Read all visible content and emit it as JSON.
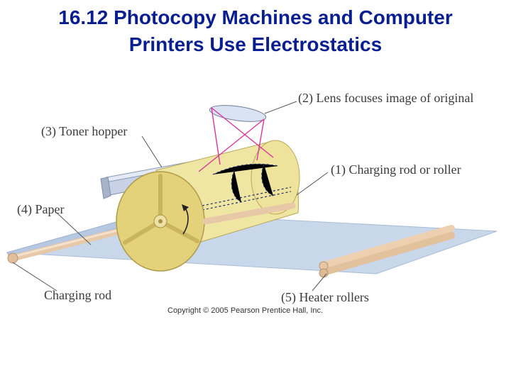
{
  "slide": {
    "title_line1": "16.12 Photocopy Machines and Computer",
    "title_line2": "Printers Use Electrostatics"
  },
  "labels": {
    "lens": "(2) Lens focuses image of original",
    "toner": "(3) Toner hopper",
    "charging_roller": "(1) Charging rod or roller",
    "paper": "(4) Paper",
    "charging_rod": "Charging rod",
    "heater": "(5) Heater rollers"
  },
  "copyright": "Copyright © 2005 Pearson Prentice Hall, Inc.",
  "colors": {
    "title": "#0a1f8f",
    "drum_face": "#e6d77f",
    "drum_body": "#f1e7a6",
    "paper": "#c8d6ea",
    "light_rays": "#d6379b",
    "toner_hopper": "#c9d4e8"
  }
}
